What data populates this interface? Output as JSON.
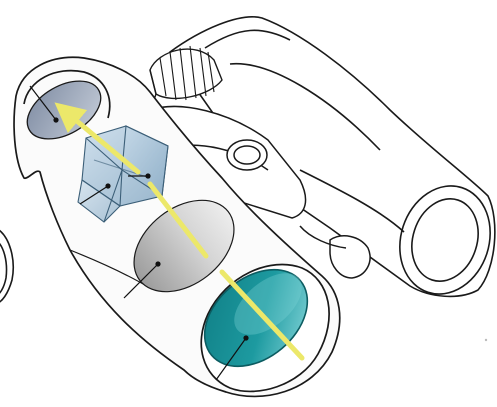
{
  "figure": {
    "kind": "binocular-cutaway-optics",
    "colors": {
      "outline": "#1a1a1a",
      "body_fill": "#ffffff",
      "cutaway_fill": "#fbfbfb",
      "ray": "#ece86a",
      "objective_lens": "#1d9aa0",
      "objective_lens_light": "#7fd3d6",
      "field_lens": "#b3b3b3",
      "eyepiece_lens": "#8e9bb0",
      "prism": "#a9c6dc",
      "pointer_line": "#111111"
    },
    "parts": [
      {
        "id": "eyepiece-lens",
        "icon": "lens-ellipse-icon"
      },
      {
        "id": "roof-prism",
        "icon": "prism-icon"
      },
      {
        "id": "field-lens",
        "icon": "lens-ellipse-icon"
      },
      {
        "id": "objective-lens",
        "icon": "lens-ellipse-icon"
      },
      {
        "id": "light-path",
        "icon": "arrow-icon"
      },
      {
        "id": "focus-wheel",
        "icon": "knurled-wheel-icon"
      }
    ]
  }
}
